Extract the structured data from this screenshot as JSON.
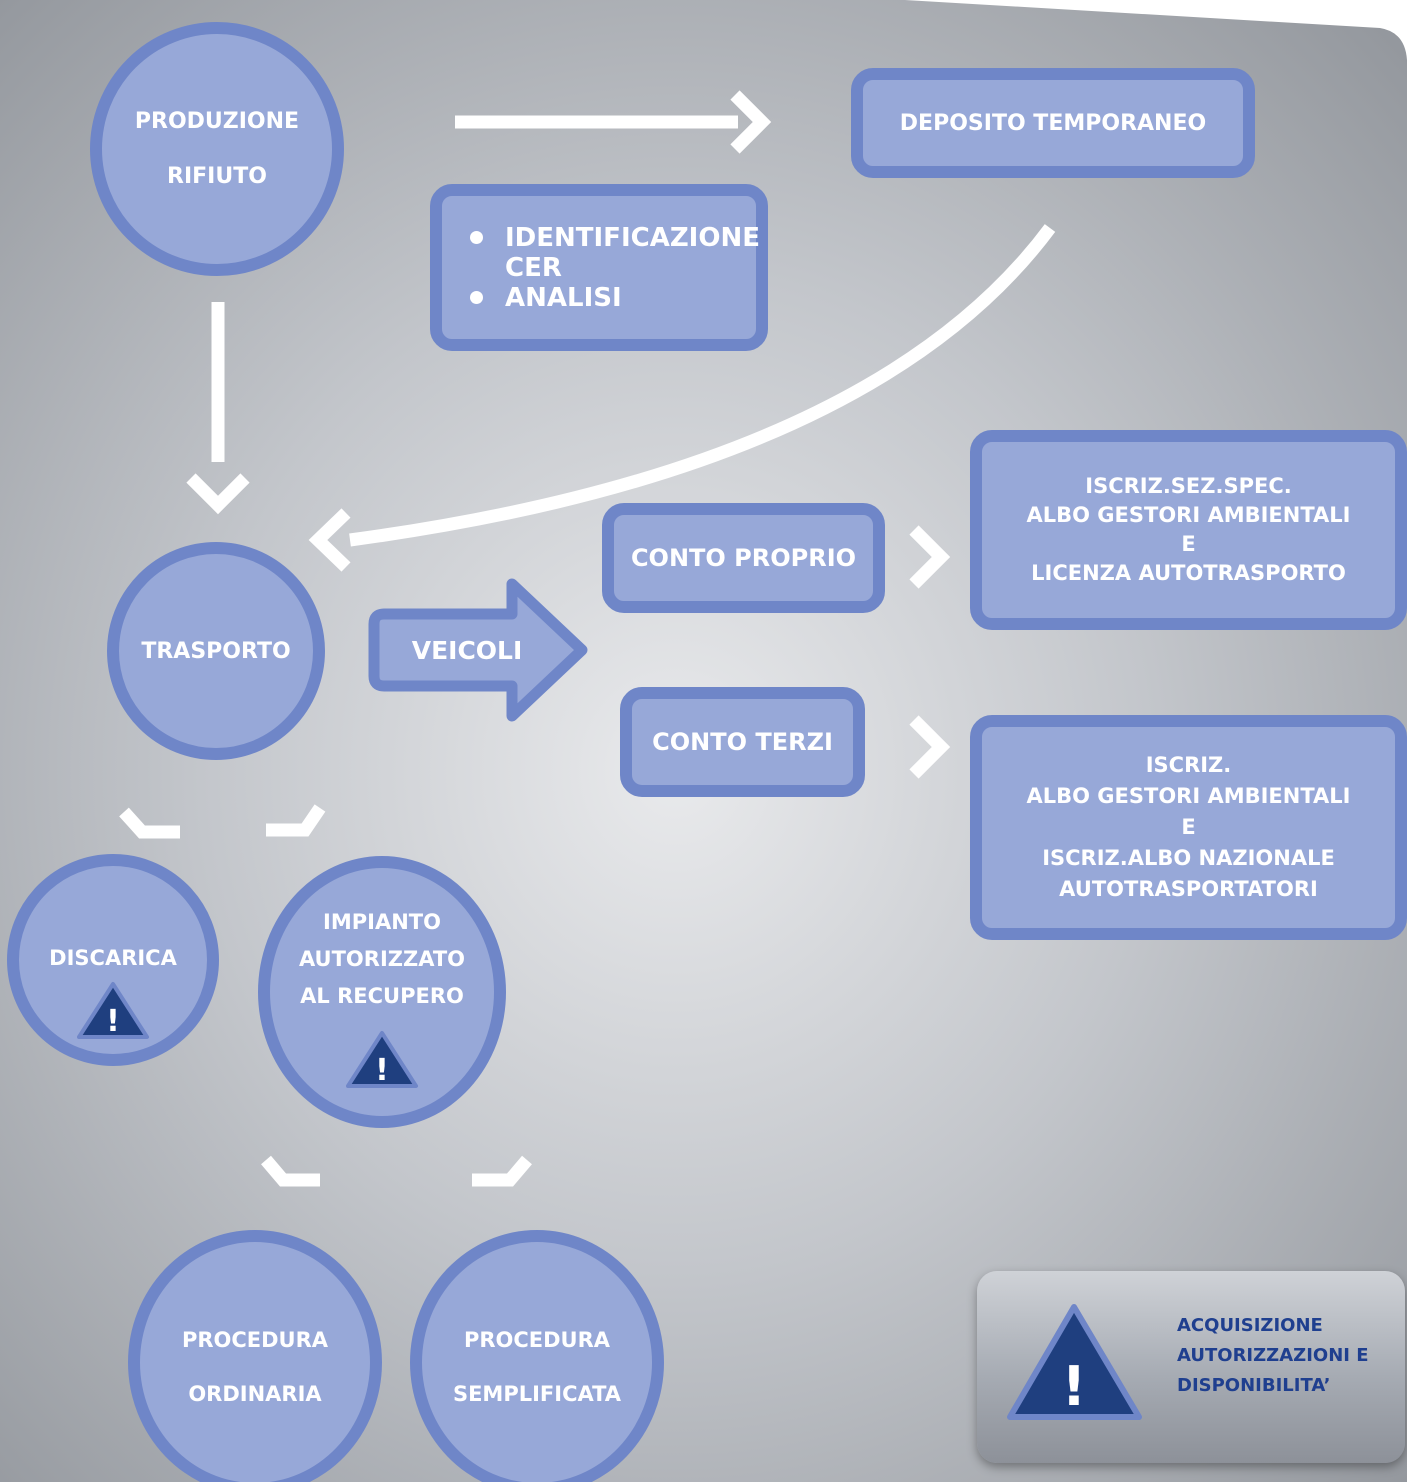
{
  "nodes": {
    "produzione": {
      "line1": "PRODUZIONE",
      "line2": "RIFIUTO"
    },
    "deposito": {
      "label": "DEPOSITO TEMPORANEO"
    },
    "identificazione": {
      "bullets": [
        "IDENTIFICAZIONE CER",
        "ANALISI"
      ],
      "line1": "IDENTIFICAZIONE",
      "line2": "CER",
      "line3": "ANALISI"
    },
    "trasporto": {
      "label": "TRASPORTO"
    },
    "veicoli": {
      "label": "VEICOLI"
    },
    "conto_proprio": {
      "label": "CONTO PROPRIO"
    },
    "conto_terzi": {
      "label": "CONTO TERZI"
    },
    "iscriz_spec": {
      "lines": [
        "ISCRIZ.SEZ.SPEC.",
        "ALBO GESTORI AMBIENTALI",
        "E",
        "LICENZA AUTOTRASPORTO"
      ]
    },
    "iscriz_albo": {
      "lines": [
        "ISCRIZ.",
        "ALBO GESTORI AMBIENTALI",
        "E",
        "ISCRIZ.ALBO NAZIONALE",
        "AUTOTRASPORTATORI"
      ]
    },
    "discarica": {
      "label": "DISCARICA"
    },
    "impianto": {
      "lines": [
        "IMPIANTO",
        "AUTORIZZATO",
        "AL RECUPERO"
      ]
    },
    "ordinaria": {
      "line1": "PROCEDURA",
      "line2": "ORDINARIA"
    },
    "semplificata": {
      "line1": "PROCEDURA",
      "line2": "SEMPLIFICATA"
    }
  },
  "legend": {
    "lines": [
      "ACQUISIZIONE",
      "AUTORIZZAZIONI E",
      "DISPONIBILITA’"
    ],
    "icon": "warning-icon"
  },
  "icons": {
    "warning_glyph": "!"
  },
  "colors": {
    "node_fill": "#97a8d8",
    "node_border": "#6f86c8",
    "node_text": "#ffffff",
    "arrow": "#ffffff",
    "warning_fill": "#1f3f7f",
    "legend_text": "#1f3f8f"
  }
}
